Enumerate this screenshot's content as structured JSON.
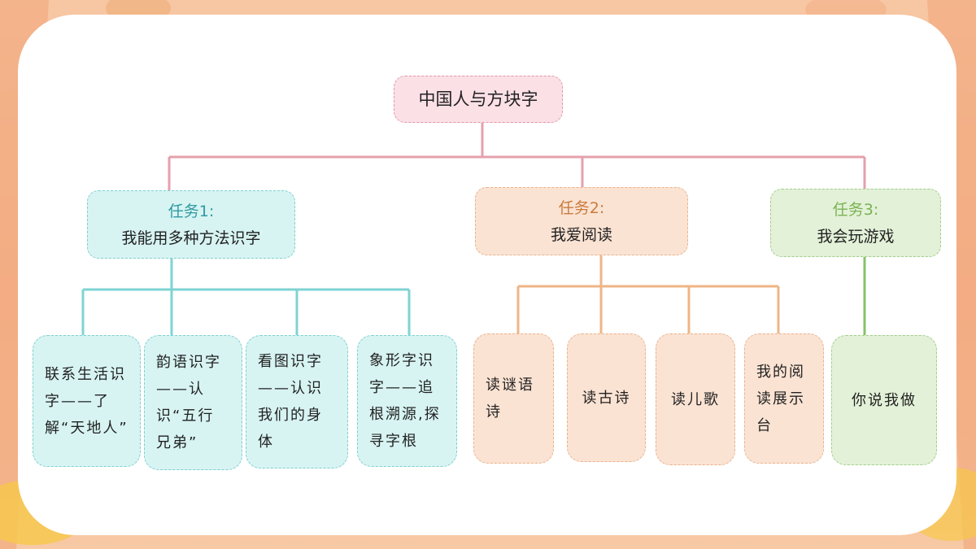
{
  "root": "中国人与方块字",
  "tasks": [
    {
      "title": "任务1:",
      "name": "我能用多种方法识字"
    },
    {
      "title": "任务2:",
      "name": "我爱阅读"
    },
    {
      "title": "任务3:",
      "name": "我会玩游戏"
    }
  ],
  "leaves": [
    "联系生活识字——了解“天地人”",
    "韵语识字——认识“五行兄弟”",
    "看图识字——认识我们的身体",
    "象形字识字——追根溯源,探寻字根",
    "读谜语诗",
    "读古诗",
    "读儿歌",
    "我的阅读展示台",
    "你说我做"
  ],
  "colors": {
    "root": "#e29aa8",
    "task1": "#7fcfcf",
    "task2": "#e8b38e",
    "task3": "#a3cf8b"
  }
}
